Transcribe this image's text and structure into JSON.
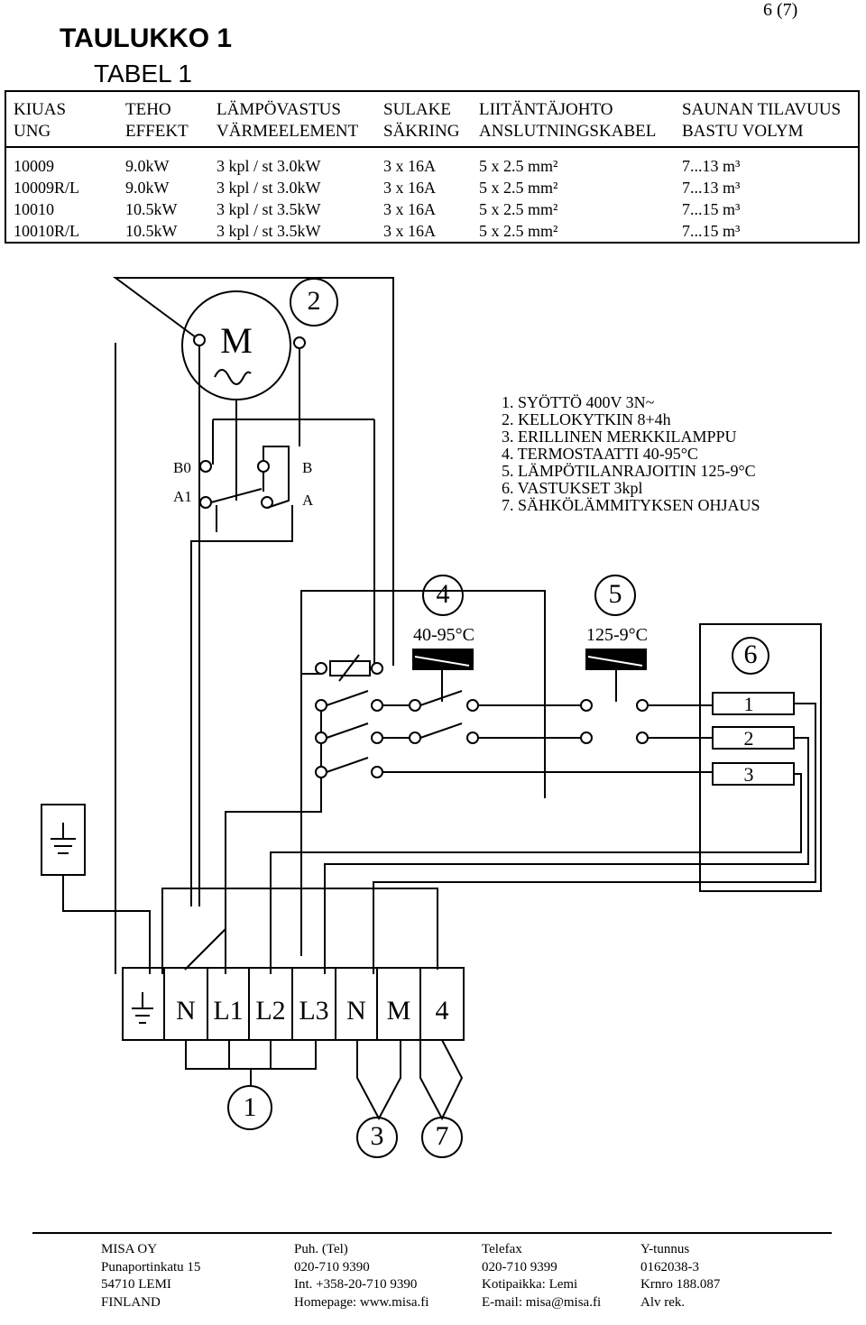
{
  "page_number": "6 (7)",
  "title_fi": "TAULUKKO 1",
  "title_sv": "TABEL 1",
  "table": {
    "headers": [
      {
        "fi": "KIUAS",
        "sv": "UNG"
      },
      {
        "fi": "TEHO",
        "sv": "EFFEKT"
      },
      {
        "fi": "LÄMPÖVASTUS",
        "sv": "VÄRMEELEMENT"
      },
      {
        "fi": "SULAKE",
        "sv": "SÄKRING"
      },
      {
        "fi": "LIITÄNTÄJOHTO",
        "sv": "ANSLUTNINGSKABEL"
      },
      {
        "fi": "SAUNAN TILAVUUS",
        "sv": "BASTU VOLYM"
      }
    ],
    "rows": [
      [
        "10009",
        "9.0kW",
        "3 kpl / st 3.0kW",
        "3 x 16A",
        "5 x 2.5 mm²",
        "7...13 m³"
      ],
      [
        "10009R/L",
        "9.0kW",
        "3 kpl / st 3.0kW",
        "3 x 16A",
        "5 x 2.5 mm²",
        "7...13 m³"
      ],
      [
        "10010",
        "10.5kW",
        "3 kpl / st 3.5kW",
        "3 x 16A",
        "5 x 2.5 mm²",
        "7...15 m³"
      ],
      [
        "10010R/L",
        "10.5kW",
        "3 kpl / st 3.5kW",
        "3 x 16A",
        "5 x 2.5 mm²",
        "7...15 m³"
      ]
    ]
  },
  "diagram": {
    "motor_label": "M",
    "callout_2": "2",
    "callout_4": "4",
    "callout_5": "5",
    "callout_6": "6",
    "callout_1": "1",
    "callout_3": "3",
    "callout_7": "7",
    "switch_b0": "B0",
    "switch_a1": "A1",
    "switch_b": "B",
    "switch_a": "A",
    "thermostat_range": "40-95°C",
    "limiter_range": "125-9°C",
    "element_1": "1",
    "element_2": "2",
    "element_3": "3",
    "terminals": [
      "N",
      "L1",
      "L2",
      "L3",
      "N",
      "M",
      "4"
    ]
  },
  "legend": [
    "1. SYÖTTÖ 400V 3N~",
    "2. KELLOKYTKIN 8+4h",
    "3. ERILLINEN MERKKILAMPPU",
    "4. TERMOSTAATTI 40-95°C",
    "5. LÄMPÖTILANRAJOITIN 125-9°C",
    "6. VASTUKSET 3kpl",
    "7. SÄHKÖLÄMMITYKSEN OHJAUS"
  ],
  "footer": {
    "col1": [
      "MISA OY",
      "Punaportinkatu 15",
      "54710 LEMI",
      "FINLAND"
    ],
    "col2": [
      "Puh. (Tel)",
      "020-710 9390",
      "Int. +358-20-710 9390",
      "Homepage: www.misa.fi"
    ],
    "col3": [
      "Telefax",
      "020-710 9399",
      "Kotipaikka: Lemi",
      "E-mail: misa@misa.fi"
    ],
    "col4": [
      "Y-tunnus",
      "0162038-3",
      "Krnro 188.087",
      "Alv rek."
    ]
  }
}
